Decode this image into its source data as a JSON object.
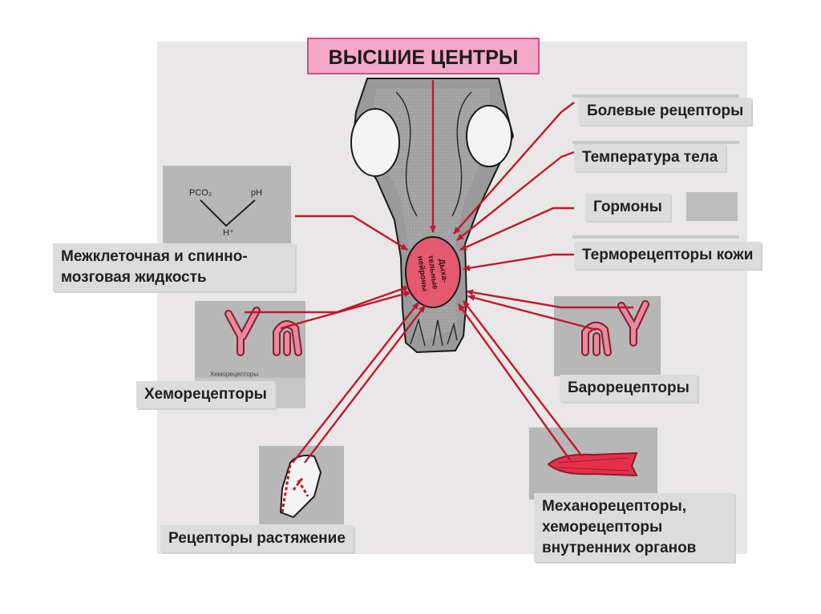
{
  "title": "ВЫСШИЕ ЦЕНТРЫ",
  "center_label": [
    "Дыха-",
    "тельные",
    "нейроны"
  ],
  "left": {
    "csf_label": "Межклеточная и спинно-мозговая жидкость",
    "chemo_label": "Хеморецепторы",
    "stretch_label": "Рецепторы растяжение"
  },
  "right": {
    "pain_label": "Болевые рецепторы",
    "temp_label": "Температура тела",
    "hormones_label": "Гормоны",
    "thermo_label": "Терморецепторы кожи",
    "baro_label": "Барорецепторы",
    "mechano_label": "Механорецепторы, хеморецепторы внутренних органов"
  },
  "formula": {
    "pco2": "PCO₂",
    "ph": "pH",
    "h": "H⁺"
  },
  "small_caption": "Хеморецепторы",
  "colors": {
    "arrow": "#c0182c",
    "highlight": "#f5a8c8",
    "neuron": "#e5596f",
    "brain": "#9a9a9a"
  }
}
